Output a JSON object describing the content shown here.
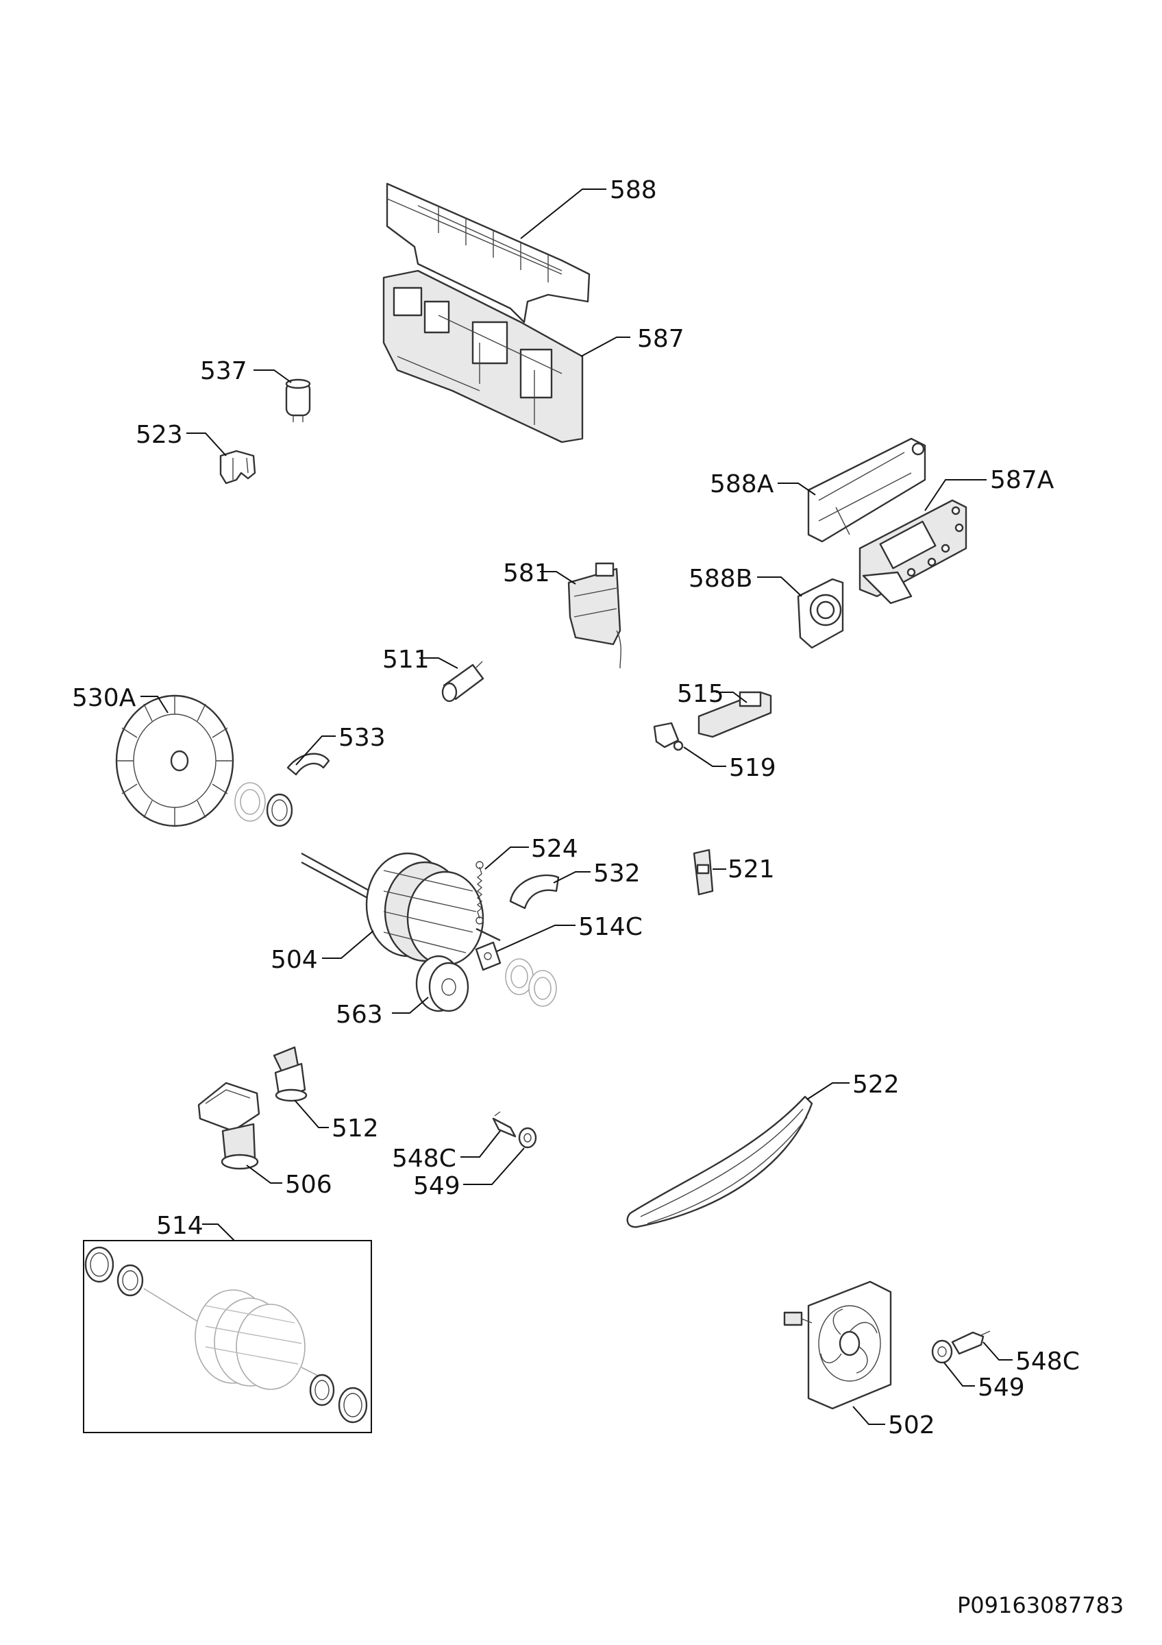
{
  "diagram": {
    "document_code": "P09163087783",
    "labels": {
      "l588": "588",
      "l587": "587",
      "l537": "537",
      "l523": "523",
      "l588A": "588A",
      "l587A": "587A",
      "l581": "581",
      "l588B": "588B",
      "l511": "511",
      "l515": "515",
      "l530A": "530A",
      "l533": "533",
      "l519": "519",
      "l524": "524",
      "l532": "532",
      "l521": "521",
      "l514C": "514C",
      "l504": "504",
      "l563": "563",
      "l522": "522",
      "l512": "512",
      "l548C_a": "548C",
      "l549_a": "549",
      "l506": "506",
      "l514": "514",
      "l548C_b": "548C",
      "l549_b": "549",
      "l502": "502"
    }
  }
}
